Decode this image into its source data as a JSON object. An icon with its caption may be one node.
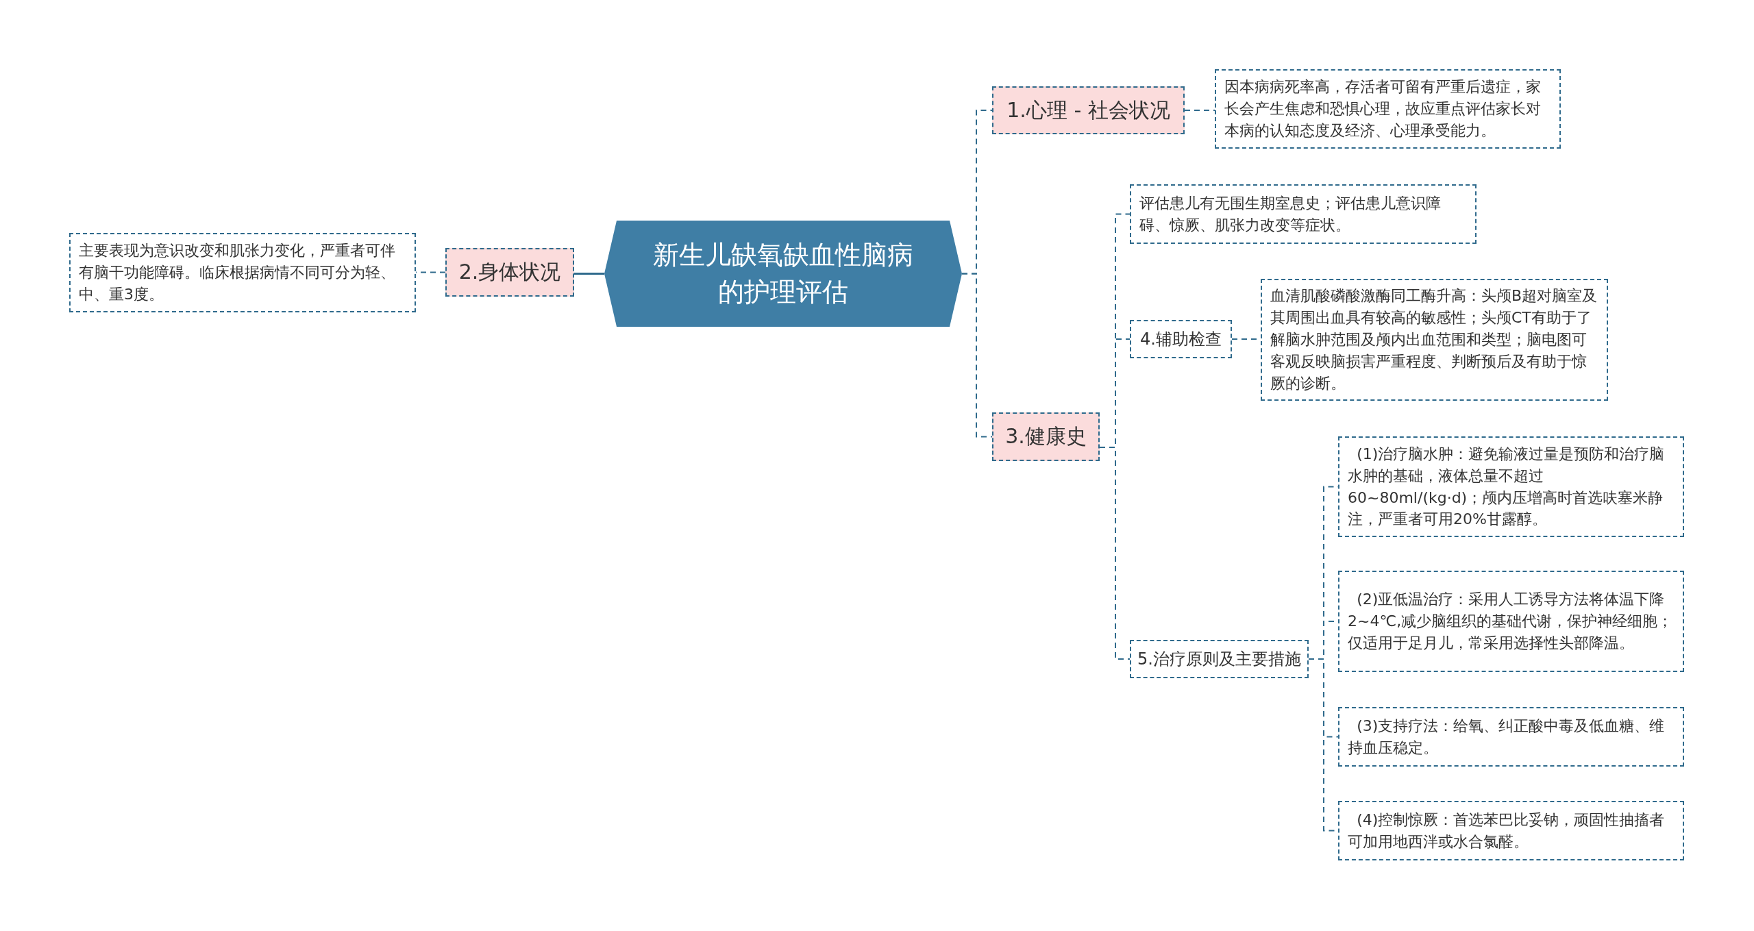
{
  "diagram": {
    "nodes": [
      {
        "text": [
          "新生儿缺氧缺血性脑病的护理评估"
        ]
      },
      {
        "text": [
          "1.心理 - 社会状况"
        ]
      },
      {
        "text": [
          "因本病病死率高，存活者可留有严重后遗症，家长会产生焦虑和恐惧心理，故应重点评估家长对本病的认知态度及经济、心理承受能力。"
        ]
      },
      {
        "text": [
          "2.身体状况"
        ]
      },
      {
        "text": [
          "主要表现为意识改变和肌张力变化，严重者可伴有脑干功能障碍。临床根据病情不同可分为轻、中、重3度。"
        ]
      },
      {
        "text": [
          "3.健康史"
        ]
      },
      {
        "text": [
          "评估患儿有无围生期室息史；评估患儿意识障碍、惊厥、肌张力改变等症状。"
        ]
      },
      {
        "text": [
          "4.辅助检查"
        ]
      },
      {
        "text": [
          "血清肌酸磷酸激酶同工酶升高：头颅B超对脑室及其周围出血具有较高的敏感性；头颅CT有助于了解脑水肿范围及颅内出血范围和类型；脑电图可客观反映脑损害严重程度、判断预后及有助于惊厥的诊断。"
        ]
      },
      {
        "text": [
          "5.治疗原则及主要措施"
        ]
      },
      {
        "text": [
          "(1)治疗脑水肿：避免输液过量是预防和治疗脑水肿的基础，液体总量不超过60~80ml/(kg·d)；颅内压增高时首选呋塞米静注，严重者可用20%甘露醇。"
        ]
      },
      {
        "text": [
          "(2)亚低温治疗：采用人工诱导方法将体温下降2~4℃,减少脑组织的基础代谢，保护神经细胞；仅适用于足月儿，常采用选择性头部降温。"
        ]
      },
      {
        "text": [
          "(3)支持疗法：给氧、纠正酸中毒及低血糖、维持血压稳定。"
        ]
      },
      {
        "text": [
          "(4)控制惊厥：首选苯巴比妥钠，顽固性抽搐者可加用地西泮或水合氯醛。"
        ]
      }
    ],
    "edges": [
      {
        "from": 0,
        "to": 1,
        "arrow": "none",
        "style": "dashed"
      },
      {
        "from": 0,
        "to": 3,
        "arrow": "none"
      },
      {
        "from": 0,
        "to": 5,
        "arrow": "none",
        "style": "dashed"
      },
      {
        "from": 1,
        "to": 2,
        "arrow": "none",
        "style": "dashed"
      },
      {
        "from": 3,
        "to": 4,
        "arrow": "none",
        "style": "dashed"
      },
      {
        "from": 5,
        "to": 6,
        "arrow": "none",
        "style": "dashed"
      },
      {
        "from": 5,
        "to": 7,
        "arrow": "none",
        "style": "dashed"
      },
      {
        "from": 5,
        "to": 9,
        "arrow": "none",
        "style": "dashed"
      },
      {
        "from": 7,
        "to": 8,
        "arrow": "none",
        "style": "dashed"
      },
      {
        "from": 9,
        "to": 10,
        "arrow": "none",
        "style": "dashed"
      },
      {
        "from": 9,
        "to": 11,
        "arrow": "none",
        "style": "dashed"
      },
      {
        "from": 9,
        "to": 12,
        "arrow": "none",
        "style": "dashed"
      },
      {
        "from": 9,
        "to": 13,
        "arrow": "none",
        "style": "dashed"
      }
    ]
  }
}
